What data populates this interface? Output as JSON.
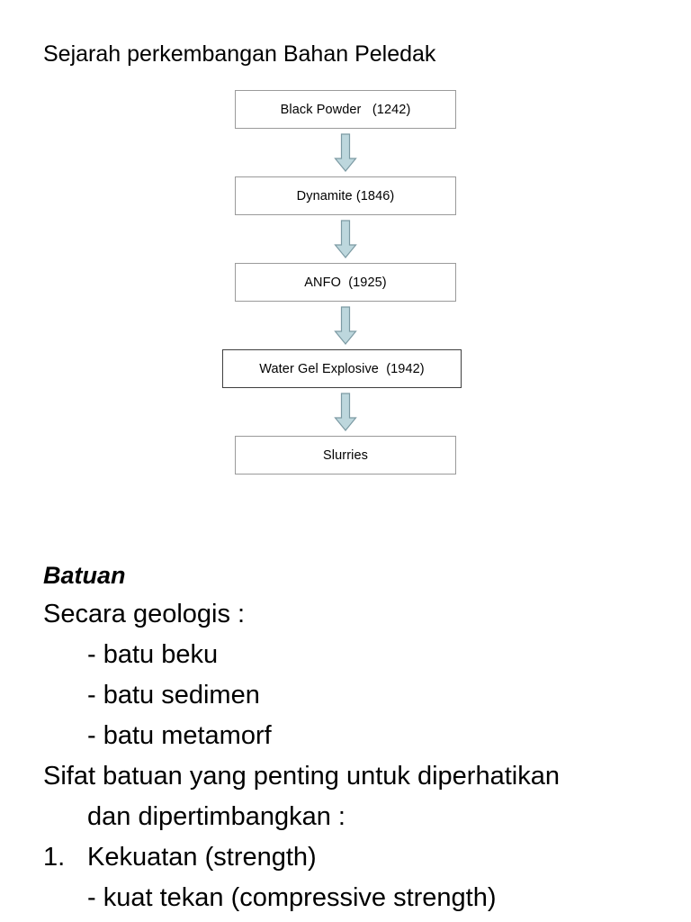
{
  "slide": {
    "title": "Sejarah perkembangan Bahan Peledak"
  },
  "flowchart": {
    "name": "explosives-history-flowchart",
    "arrow_fill": "#bdd7dd",
    "arrow_stroke": "#7c9aa3",
    "box_border": "#9a9a9a",
    "steps": [
      {
        "label": "Black Powder   (1242)",
        "name": "black-powder"
      },
      {
        "label": "Dynamite (1846)",
        "name": "dynamite"
      },
      {
        "label": "ANFO  (1925)",
        "name": "anfo"
      },
      {
        "label": "Water Gel Explosive  (1942)",
        "name": "water-gel-explosive"
      },
      {
        "label": "Slurries",
        "name": "slurries"
      }
    ]
  },
  "content": {
    "heading": "Batuan",
    "geology_intro": "Secara geologis :",
    "rock_types": [
      "- batu beku",
      "- batu sedimen",
      "- batu metamorf"
    ],
    "properties_intro_line1": "Sifat batuan yang penting untuk diperhatikan",
    "properties_intro_line2": "dan dipertimbangkan :",
    "item1_number": "1.",
    "item1_label": "Kekuatan (strength)",
    "item1_sub": "- kuat tekan (compressive strength)"
  }
}
